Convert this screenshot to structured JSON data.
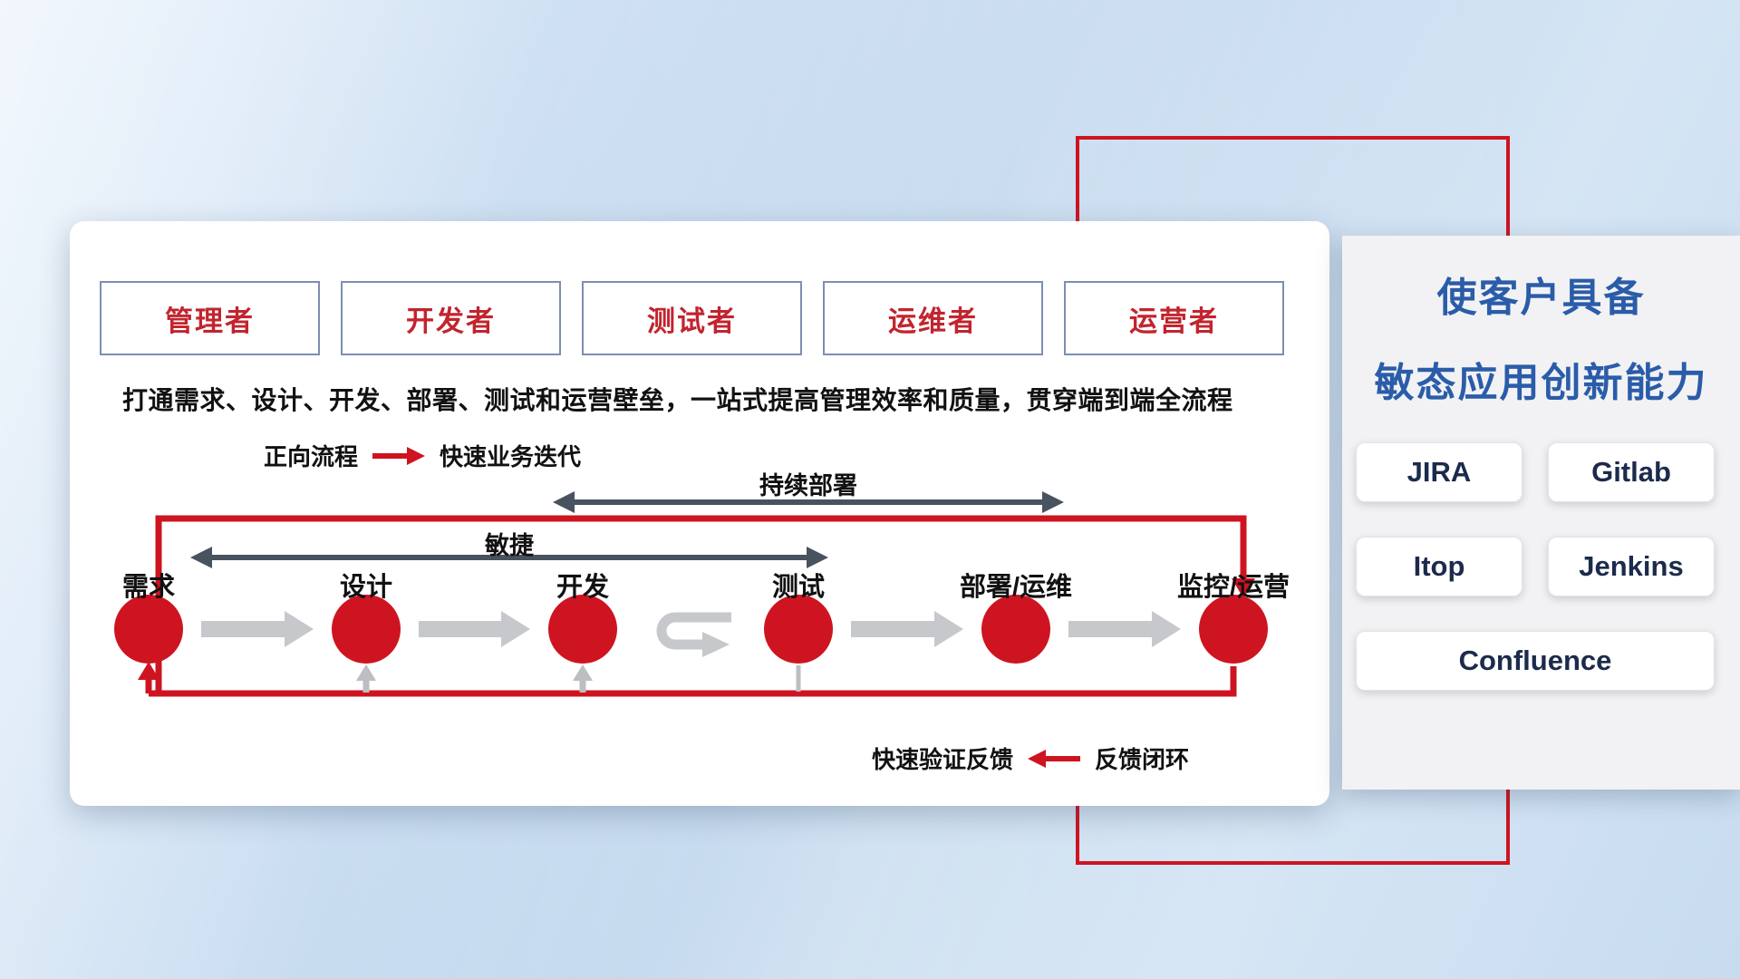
{
  "roles": [
    "管理者",
    "开发者",
    "测试者",
    "运维者",
    "运营者"
  ],
  "subtitle": "打通需求、设计、开发、部署、测试和运营壁垒，一站式提高管理效率和质量，贯穿端到端全流程",
  "legend_forward": {
    "label": "正向流程",
    "desc": "快速业务迭代"
  },
  "legend_feedback": {
    "label": "快速验证反馈",
    "desc": "反馈闭环"
  },
  "flow": {
    "stages": [
      "需求",
      "设计",
      "开发",
      "测试",
      "部署/运维",
      "监控/运营"
    ],
    "agile_label": "敏捷",
    "deploy_label": "持续部署"
  },
  "right_panel": {
    "title_line1": "使客户具备",
    "title_line2": "敏态应用创新能力",
    "tools": [
      "JIRA",
      "Gitlab",
      "Itop",
      "Jenkins",
      "Confluence"
    ]
  },
  "colors": {
    "accent_red": "#ce1420",
    "title_blue": "#2a5ca9",
    "role_text_red": "#c2242e",
    "role_border_blue": "#7d8eb2",
    "dark_arrow": "#49525f",
    "gray_arrow": "#c6c8cc"
  }
}
